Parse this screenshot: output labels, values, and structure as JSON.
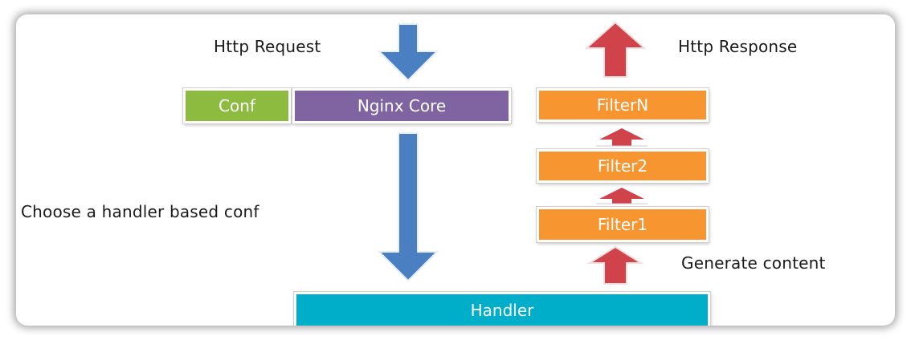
{
  "diagram": {
    "request_label": "Http Request",
    "response_label": "Http Response",
    "choose_label": "Choose a handler based conf",
    "generate_label": "Generate content",
    "nodes": {
      "conf": "Conf",
      "nginx_core": "Nginx Core",
      "filter_n": "FilterN",
      "filter_2": "Filter2",
      "filter_1": "Filter1",
      "handler": "Handler"
    },
    "colors": {
      "conf": "#8DBB3F",
      "nginx_core": "#8064A2",
      "filter": "#F79530",
      "handler": "#00AECA",
      "request_arrow": "#4A80C2",
      "response_arrow": "#D1434A"
    }
  }
}
